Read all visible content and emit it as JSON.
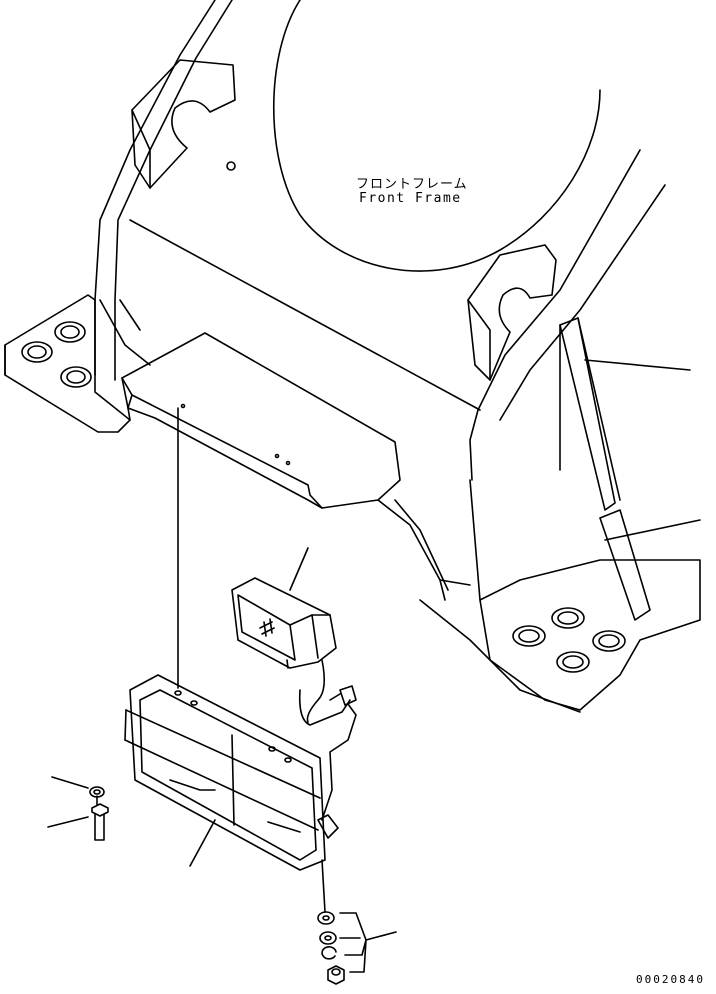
{
  "diagram": {
    "frame_label_jp": "フロントフレーム",
    "frame_label_en": "Front Frame",
    "reference_number": "00020840"
  }
}
